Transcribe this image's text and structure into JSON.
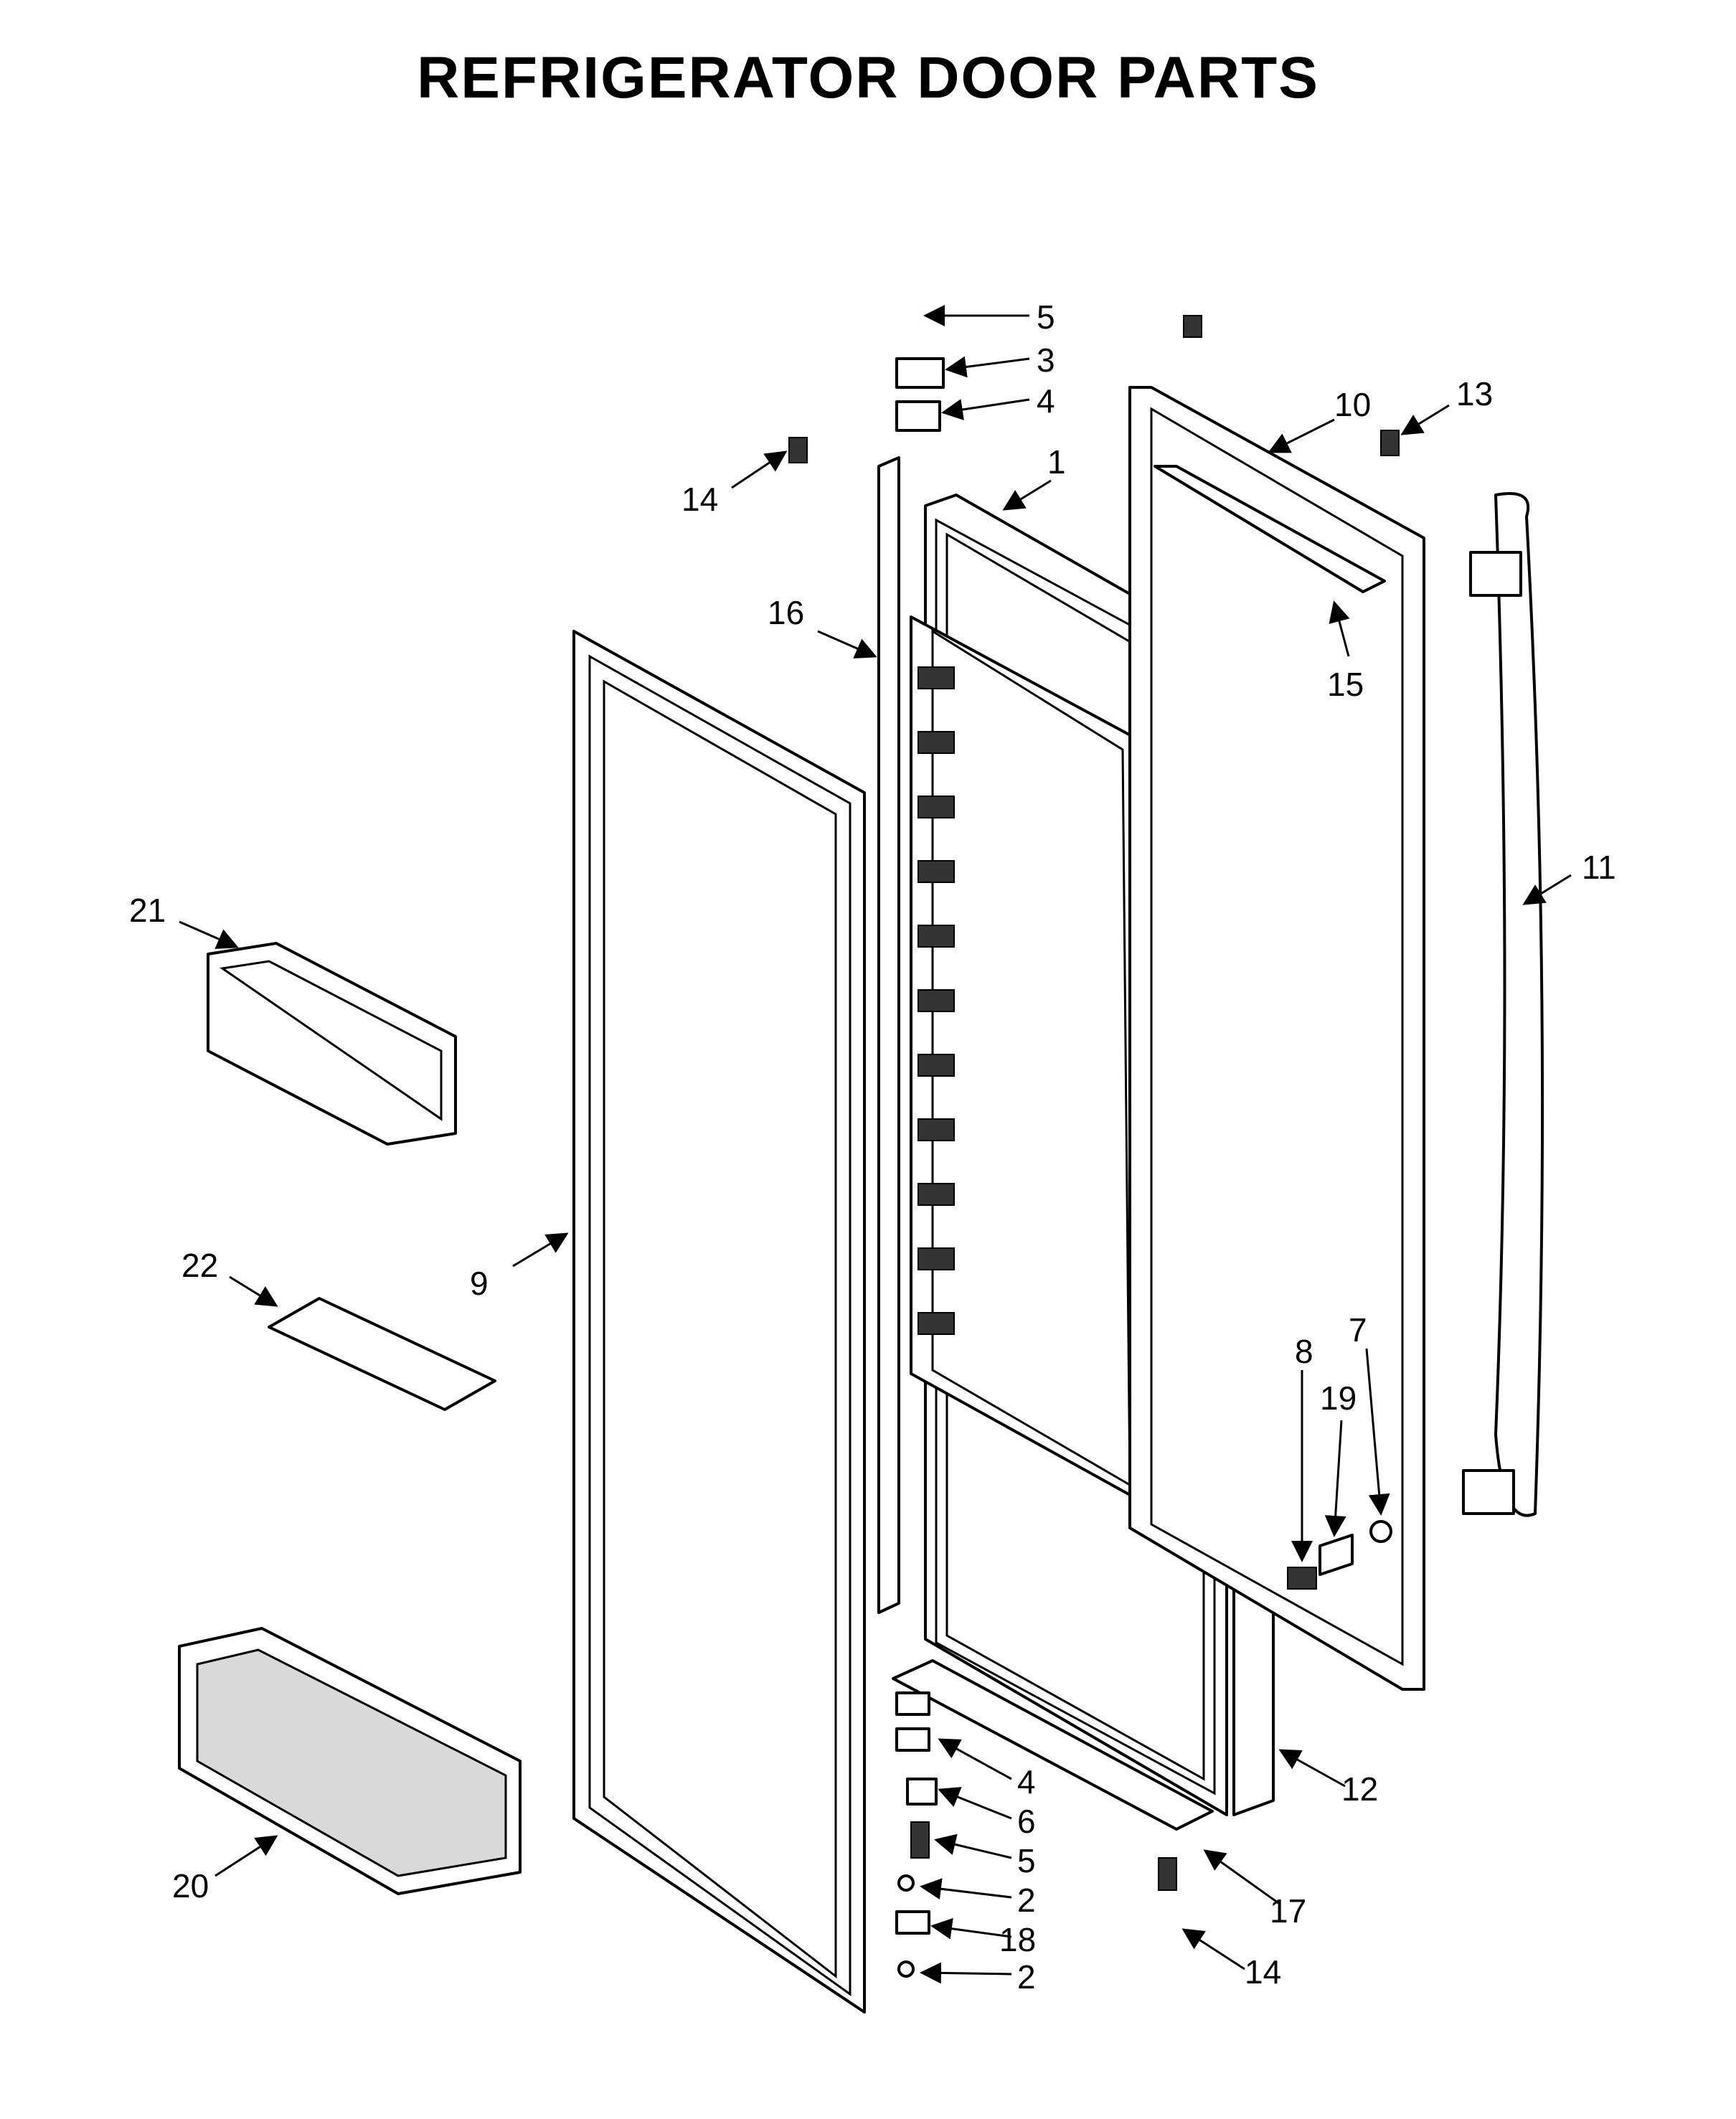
{
  "title": "REFRIGERATOR DOOR PARTS",
  "callouts": [
    {
      "id": "c5a",
      "text": "5"
    },
    {
      "id": "c3",
      "text": "3"
    },
    {
      "id": "c4a",
      "text": "4"
    },
    {
      "id": "c10",
      "text": "10"
    },
    {
      "id": "c13",
      "text": "13"
    },
    {
      "id": "c1",
      "text": "1"
    },
    {
      "id": "c14a",
      "text": "14"
    },
    {
      "id": "c16",
      "text": "16"
    },
    {
      "id": "c15",
      "text": "15"
    },
    {
      "id": "c11",
      "text": "11"
    },
    {
      "id": "c21",
      "text": "21"
    },
    {
      "id": "c22",
      "text": "22"
    },
    {
      "id": "c9",
      "text": "9"
    },
    {
      "id": "c8",
      "text": "8"
    },
    {
      "id": "c7",
      "text": "7"
    },
    {
      "id": "c19",
      "text": "19"
    },
    {
      "id": "c4b",
      "text": "4"
    },
    {
      "id": "c6",
      "text": "6"
    },
    {
      "id": "c5b",
      "text": "5"
    },
    {
      "id": "c2a",
      "text": "2"
    },
    {
      "id": "c18",
      "text": "18"
    },
    {
      "id": "c2b",
      "text": "2"
    },
    {
      "id": "c12",
      "text": "12"
    },
    {
      "id": "c17",
      "text": "17"
    },
    {
      "id": "c14b",
      "text": "14"
    },
    {
      "id": "c20",
      "text": "20"
    }
  ]
}
